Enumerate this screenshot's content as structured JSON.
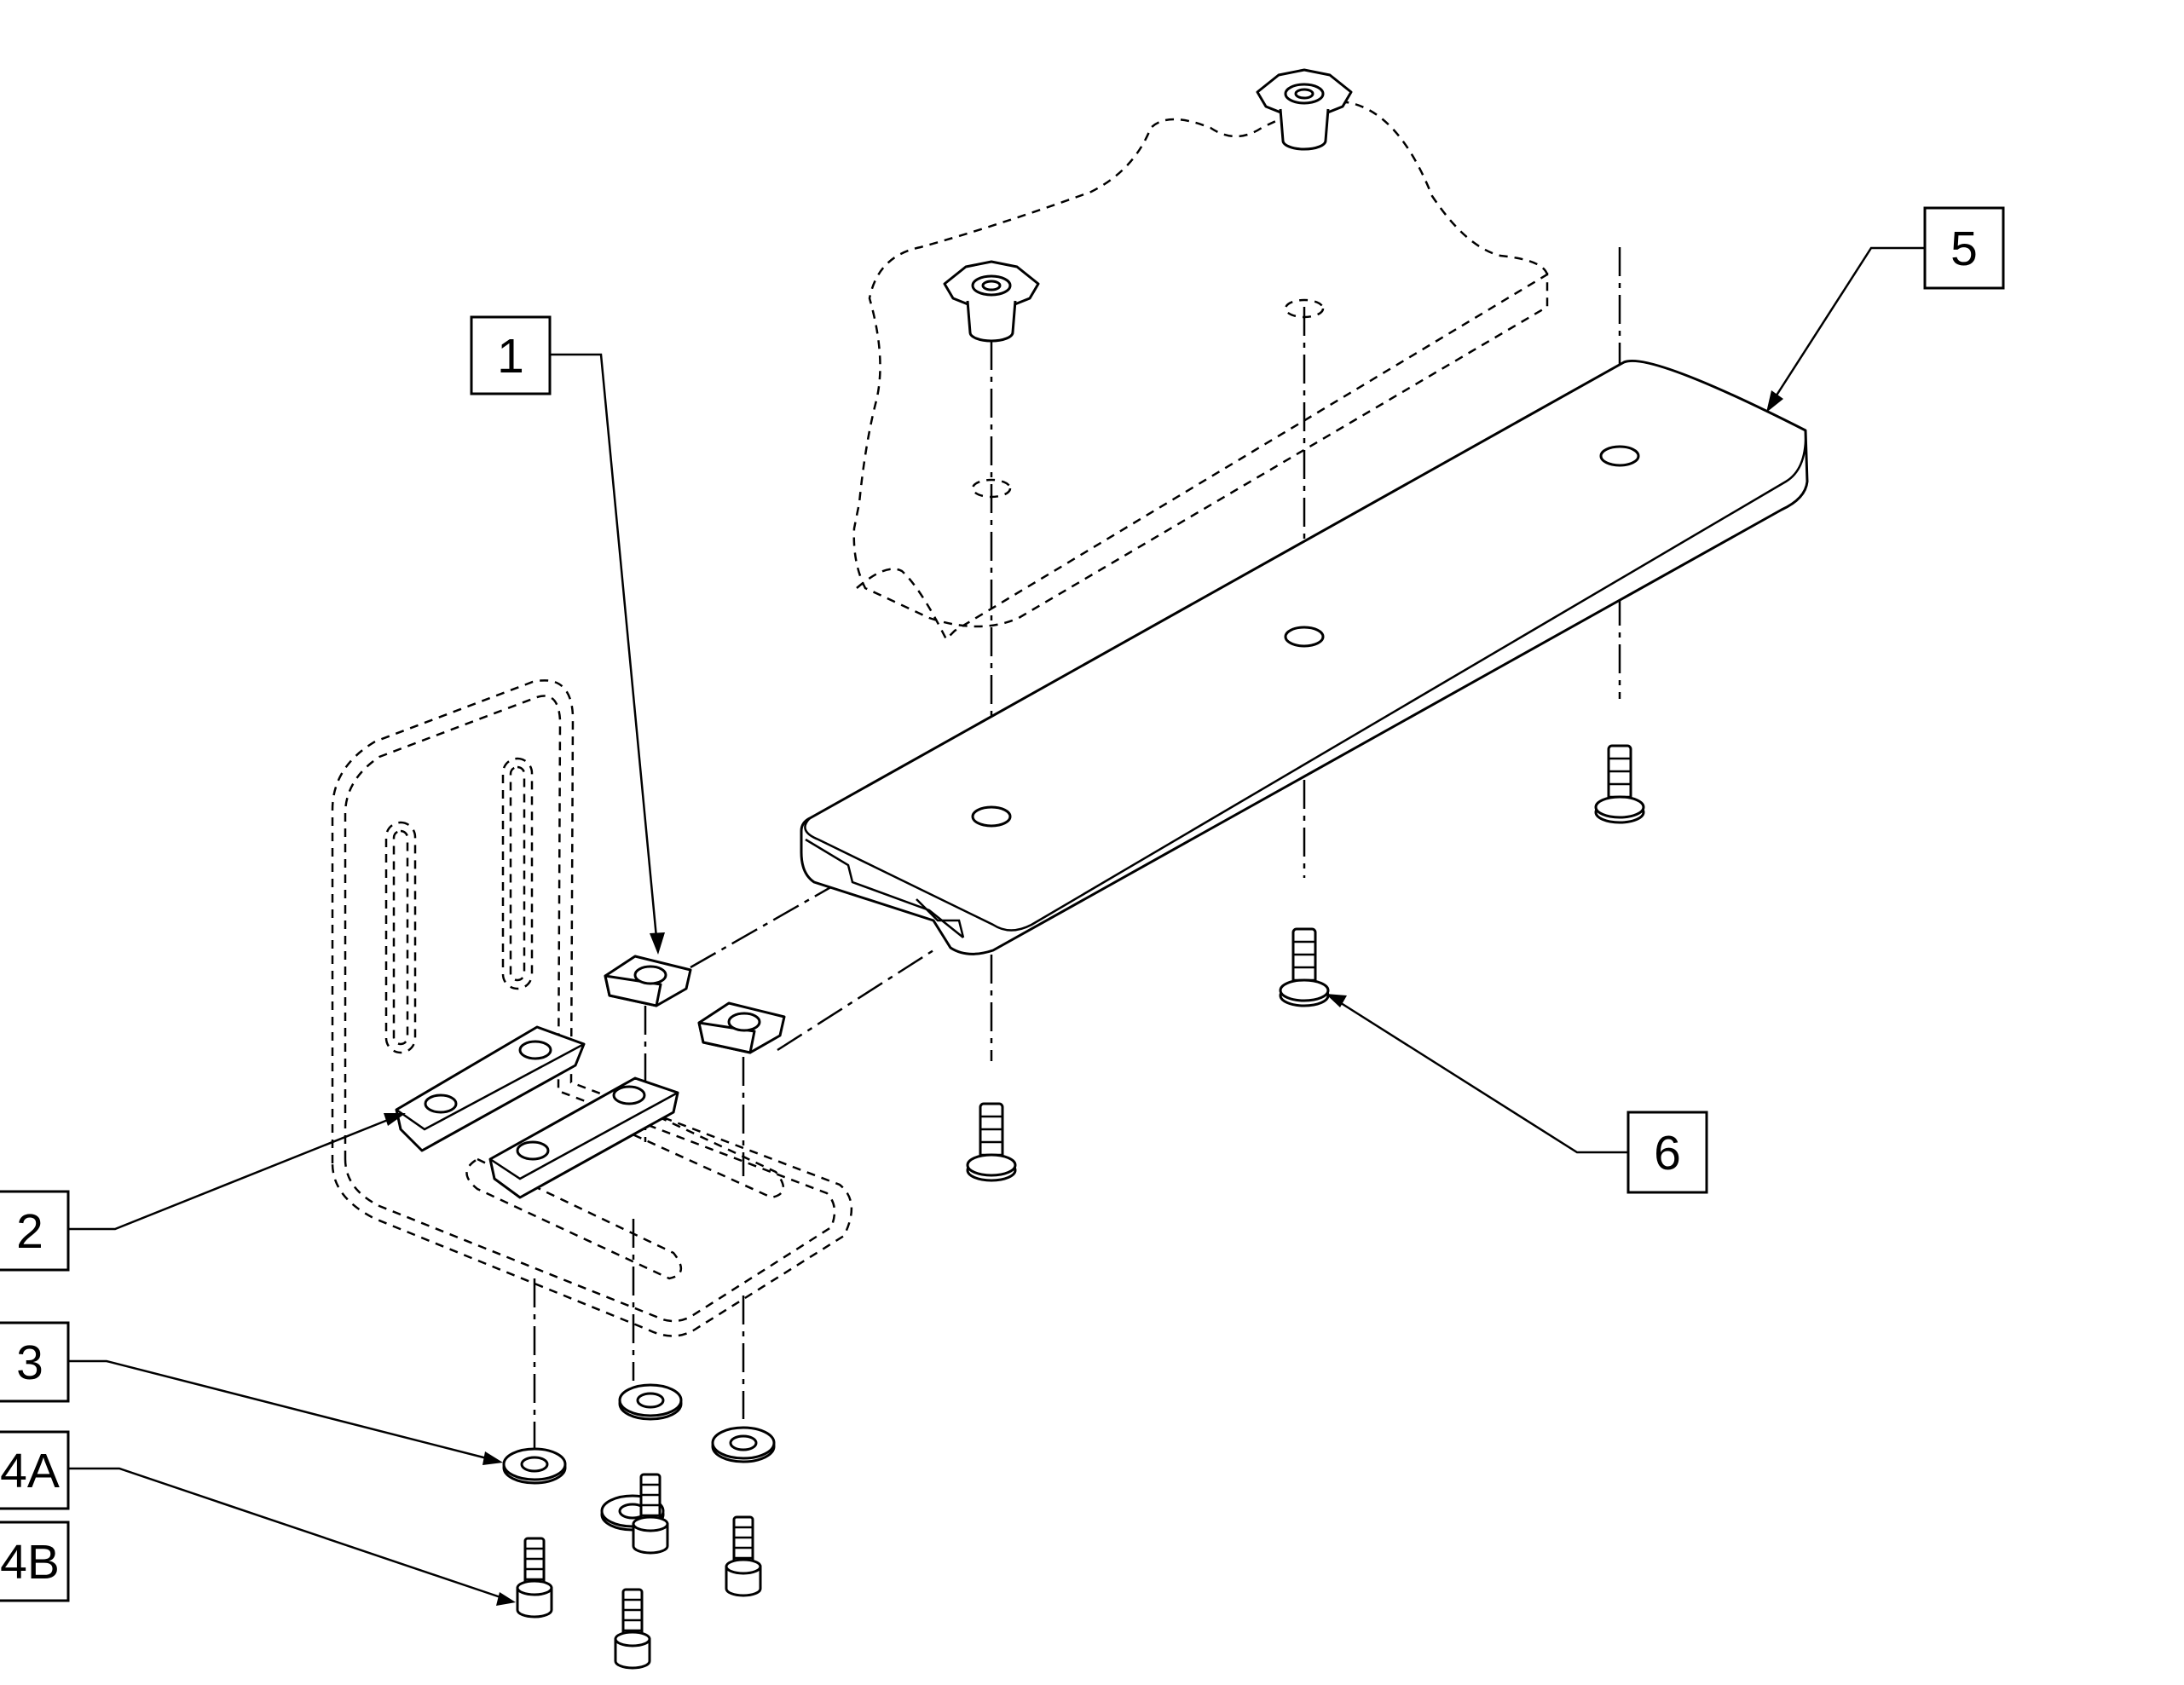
{
  "diagram": {
    "callouts": [
      "1",
      "2",
      "3",
      "4A",
      "4B",
      "5",
      "6"
    ],
    "parts": [
      "t-nut-insert",
      "t-nut",
      "slotted-nut-plate",
      "washer",
      "socket-head-screw",
      "rail",
      "button-head-screw",
      "mounting-bracket",
      "seat-pan"
    ]
  }
}
